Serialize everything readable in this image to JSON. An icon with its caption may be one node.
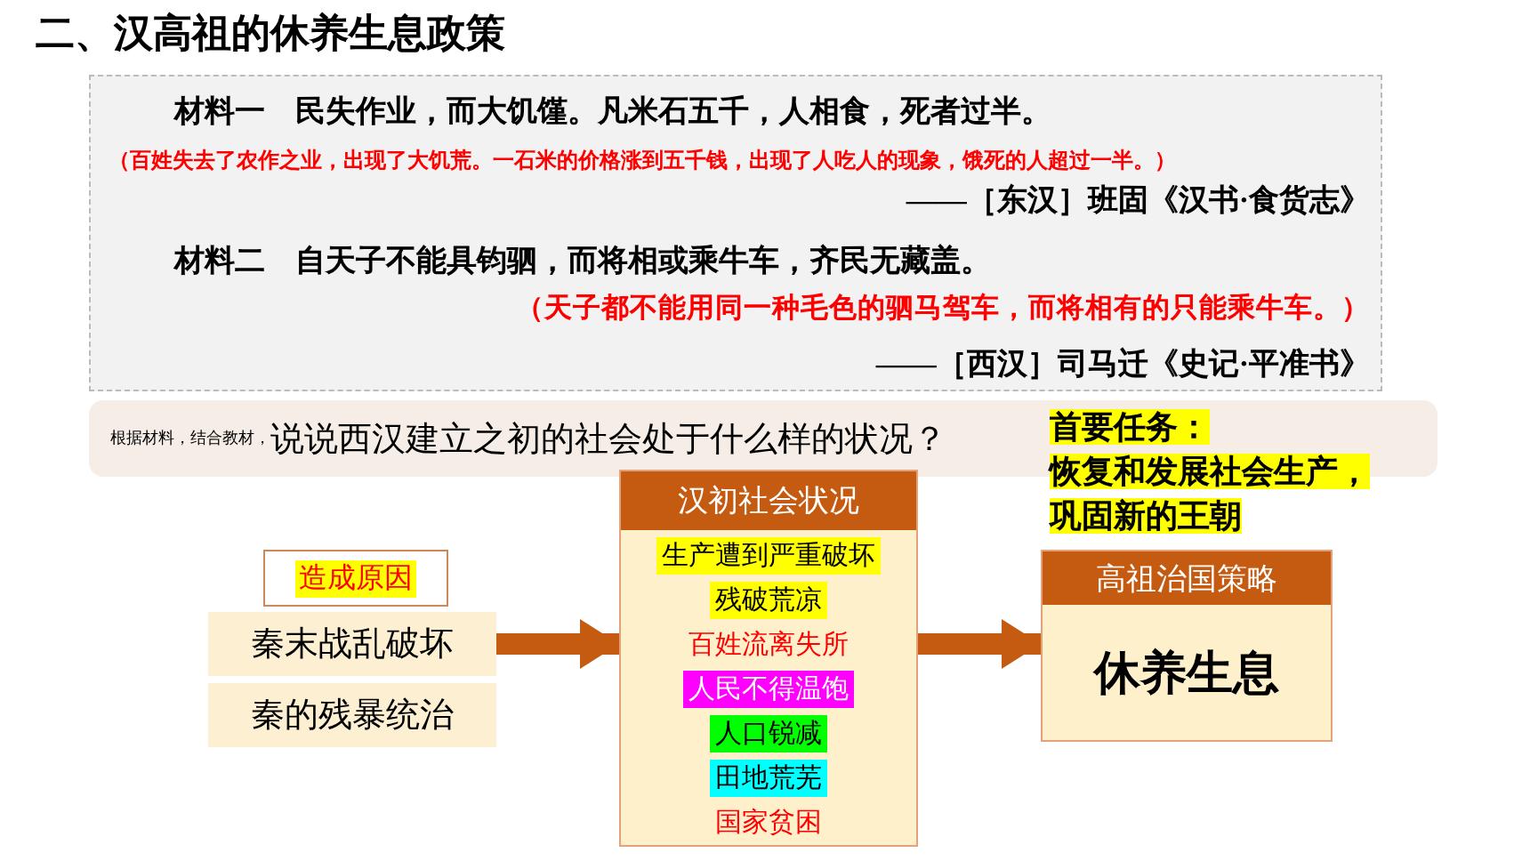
{
  "diagram": {
    "title": "二、汉高祖的休养生息政策",
    "nodes": [
      {
        "text": [
          "造成原因"
        ]
      },
      {
        "text": [
          "秦末战乱破坏"
        ]
      },
      {
        "text": [
          "秦的残暴统治"
        ]
      },
      {
        "text": [
          "汉初社会状况",
          "生产遭到严重破坏",
          "残破荒凉",
          "百姓流离失所",
          "人民不得温饱",
          "人口锐减",
          "田地荒芜",
          "国家贫困"
        ]
      },
      {
        "text": [
          "高祖治国策略",
          "休养生息"
        ]
      }
    ],
    "edges": [
      {
        "from": 1,
        "to": 3,
        "arrow": "to"
      },
      {
        "from": 3,
        "to": 4,
        "arrow": "to"
      }
    ],
    "labels": [
      "材料一　民失作业，而大饥馑。凡米石五千，人相食，死者过半。",
      "（百姓失去了农作之业，出现了大饥荒。一石米的价格涨到五千钱，出现了人吃人的现象，饿死的人超过一半。）",
      "——［东汉］班固《汉书·食货志》",
      "材料二　自天子不能具钧驷，而将相或乘牛车，齐民无藏盖。",
      "（天子都不能用同一种毛色的驷马驾车，而将相有的只能乘牛车。）",
      "——［西汉］司马迁《史记·平准书》",
      "根据材料，结合教材，",
      "说说西汉建立之初的社会处于什么样的状况？",
      "首要任务：",
      "恢复和发展社会生产，巩固新的王朝"
    ]
  }
}
